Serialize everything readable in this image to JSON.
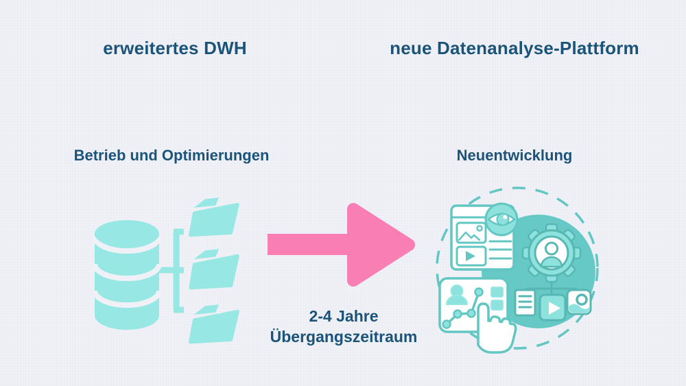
{
  "page": {
    "background": "#eff1f6"
  },
  "colors": {
    "bg": "#eff1f6",
    "bg_dot": "#e7eaf3",
    "text_blue": "#1b5379",
    "pink": "#f97eb4",
    "teal_light": "#97e8e4",
    "teal_mid": "#66c9c5",
    "teal_card": "#8de2de",
    "teal_outline": "#62c6c2",
    "teal_outline_dark": "#57b7b3"
  },
  "columns": {
    "left": {
      "title": "erweitertes DWH",
      "subtitle": "Betrieb und Optimierungen",
      "icon": "database-with-folders-icon"
    },
    "right": {
      "title": "neue Datenanalyse-Plattform",
      "subtitle": "Neuentwicklung",
      "icon": "analytics-platform-illustration"
    }
  },
  "transition": {
    "icon": "arrow-right-icon",
    "label_line1": "2-4 Jahre",
    "label_line2": "Übergangszeitraum"
  }
}
